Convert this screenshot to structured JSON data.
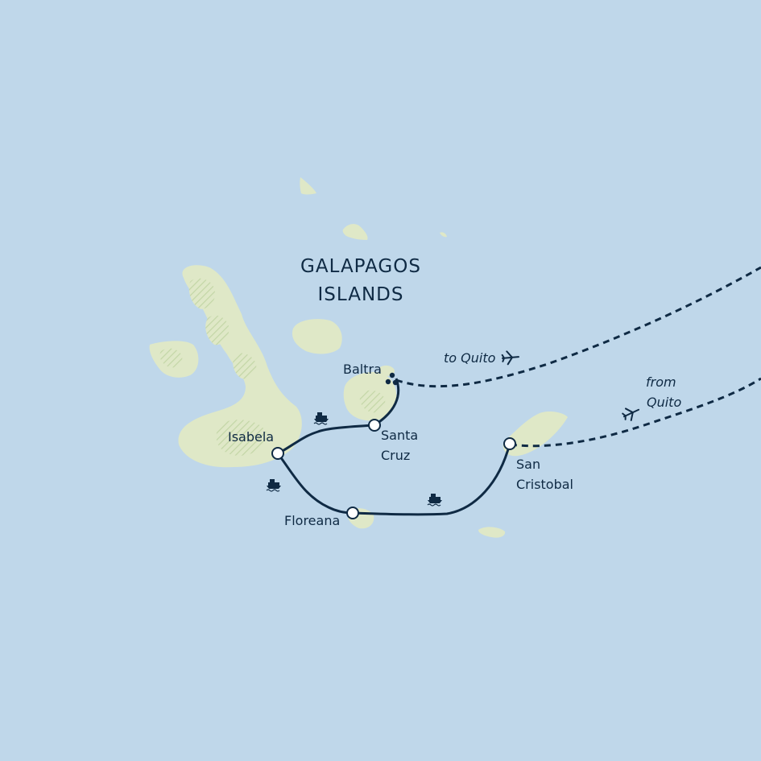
{
  "map": {
    "title_line1": "GALAPAGOS",
    "title_line2": "ISLANDS",
    "places": {
      "baltra": "Baltra",
      "santa_cruz_line1": "Santa",
      "santa_cruz_line2": "Cruz",
      "isabela": "Isabela",
      "floreana": "Floreana",
      "san_cristobal_line1": "San",
      "san_cristobal_line2": "Cristobal"
    },
    "flights": {
      "to_quito": "to Quito",
      "from_line1": "from",
      "from_line2": "Quito"
    },
    "icons": {
      "boat": "boat-icon",
      "plane": "plane-icon"
    },
    "colors": {
      "sea": "#bfd7ea",
      "land": "#dfe8c7",
      "land_hatch": "#c3d6a6",
      "route": "#0f2a44"
    }
  }
}
